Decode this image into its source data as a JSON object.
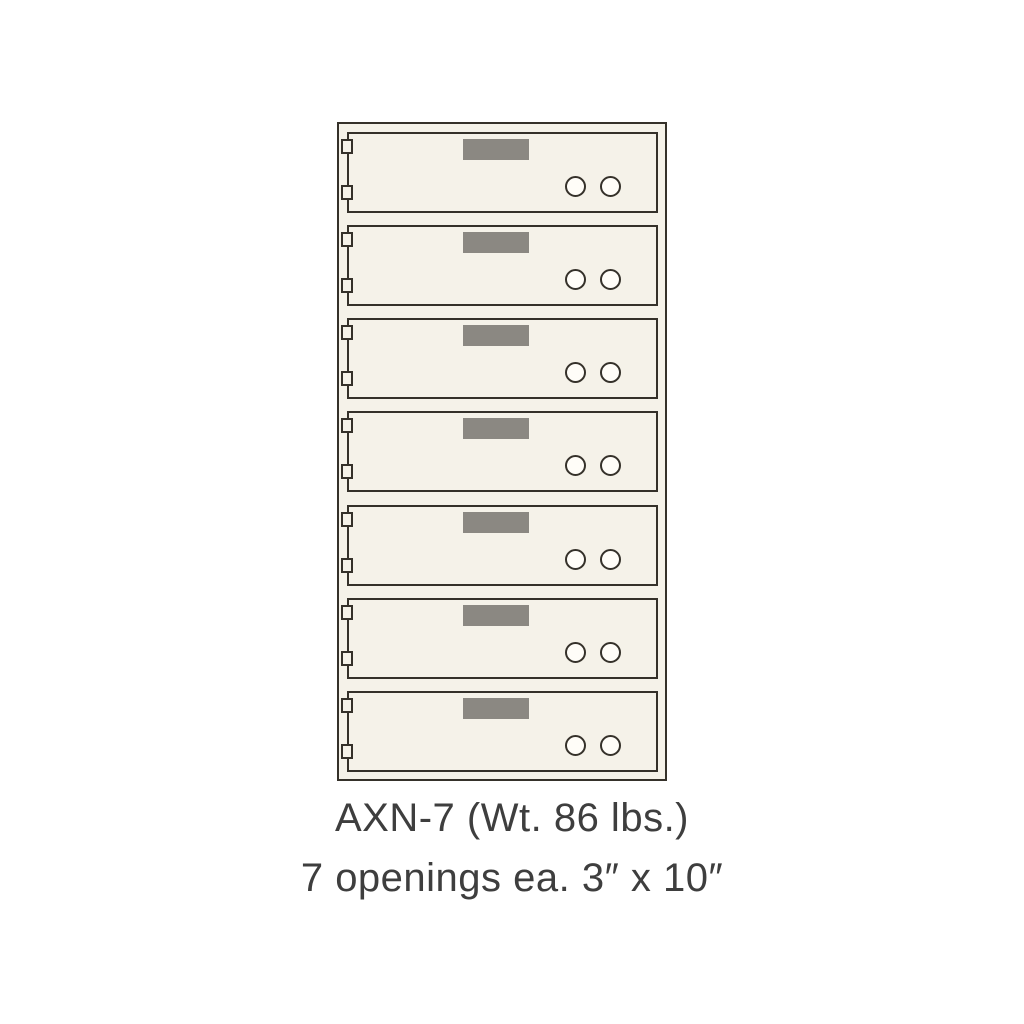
{
  "diagram": {
    "caption": {
      "line1": "AXN-7 (Wt. 86 lbs.)",
      "line2": "7 openings ea. 3″ x 10″"
    },
    "opening_count": 7,
    "openings": [
      {
        "id": 1
      },
      {
        "id": 2
      },
      {
        "id": 3
      },
      {
        "id": 4
      },
      {
        "id": 5
      },
      {
        "id": 6
      },
      {
        "id": 7
      }
    ],
    "colors": {
      "page_background": "#ffffff",
      "cabinet_fill": "#f5f2e9",
      "outline": "#35312a",
      "handle_fill": "#8b8882",
      "keyhole_fill": "#fffdf8",
      "caption_text": "#3e3e3e"
    }
  }
}
